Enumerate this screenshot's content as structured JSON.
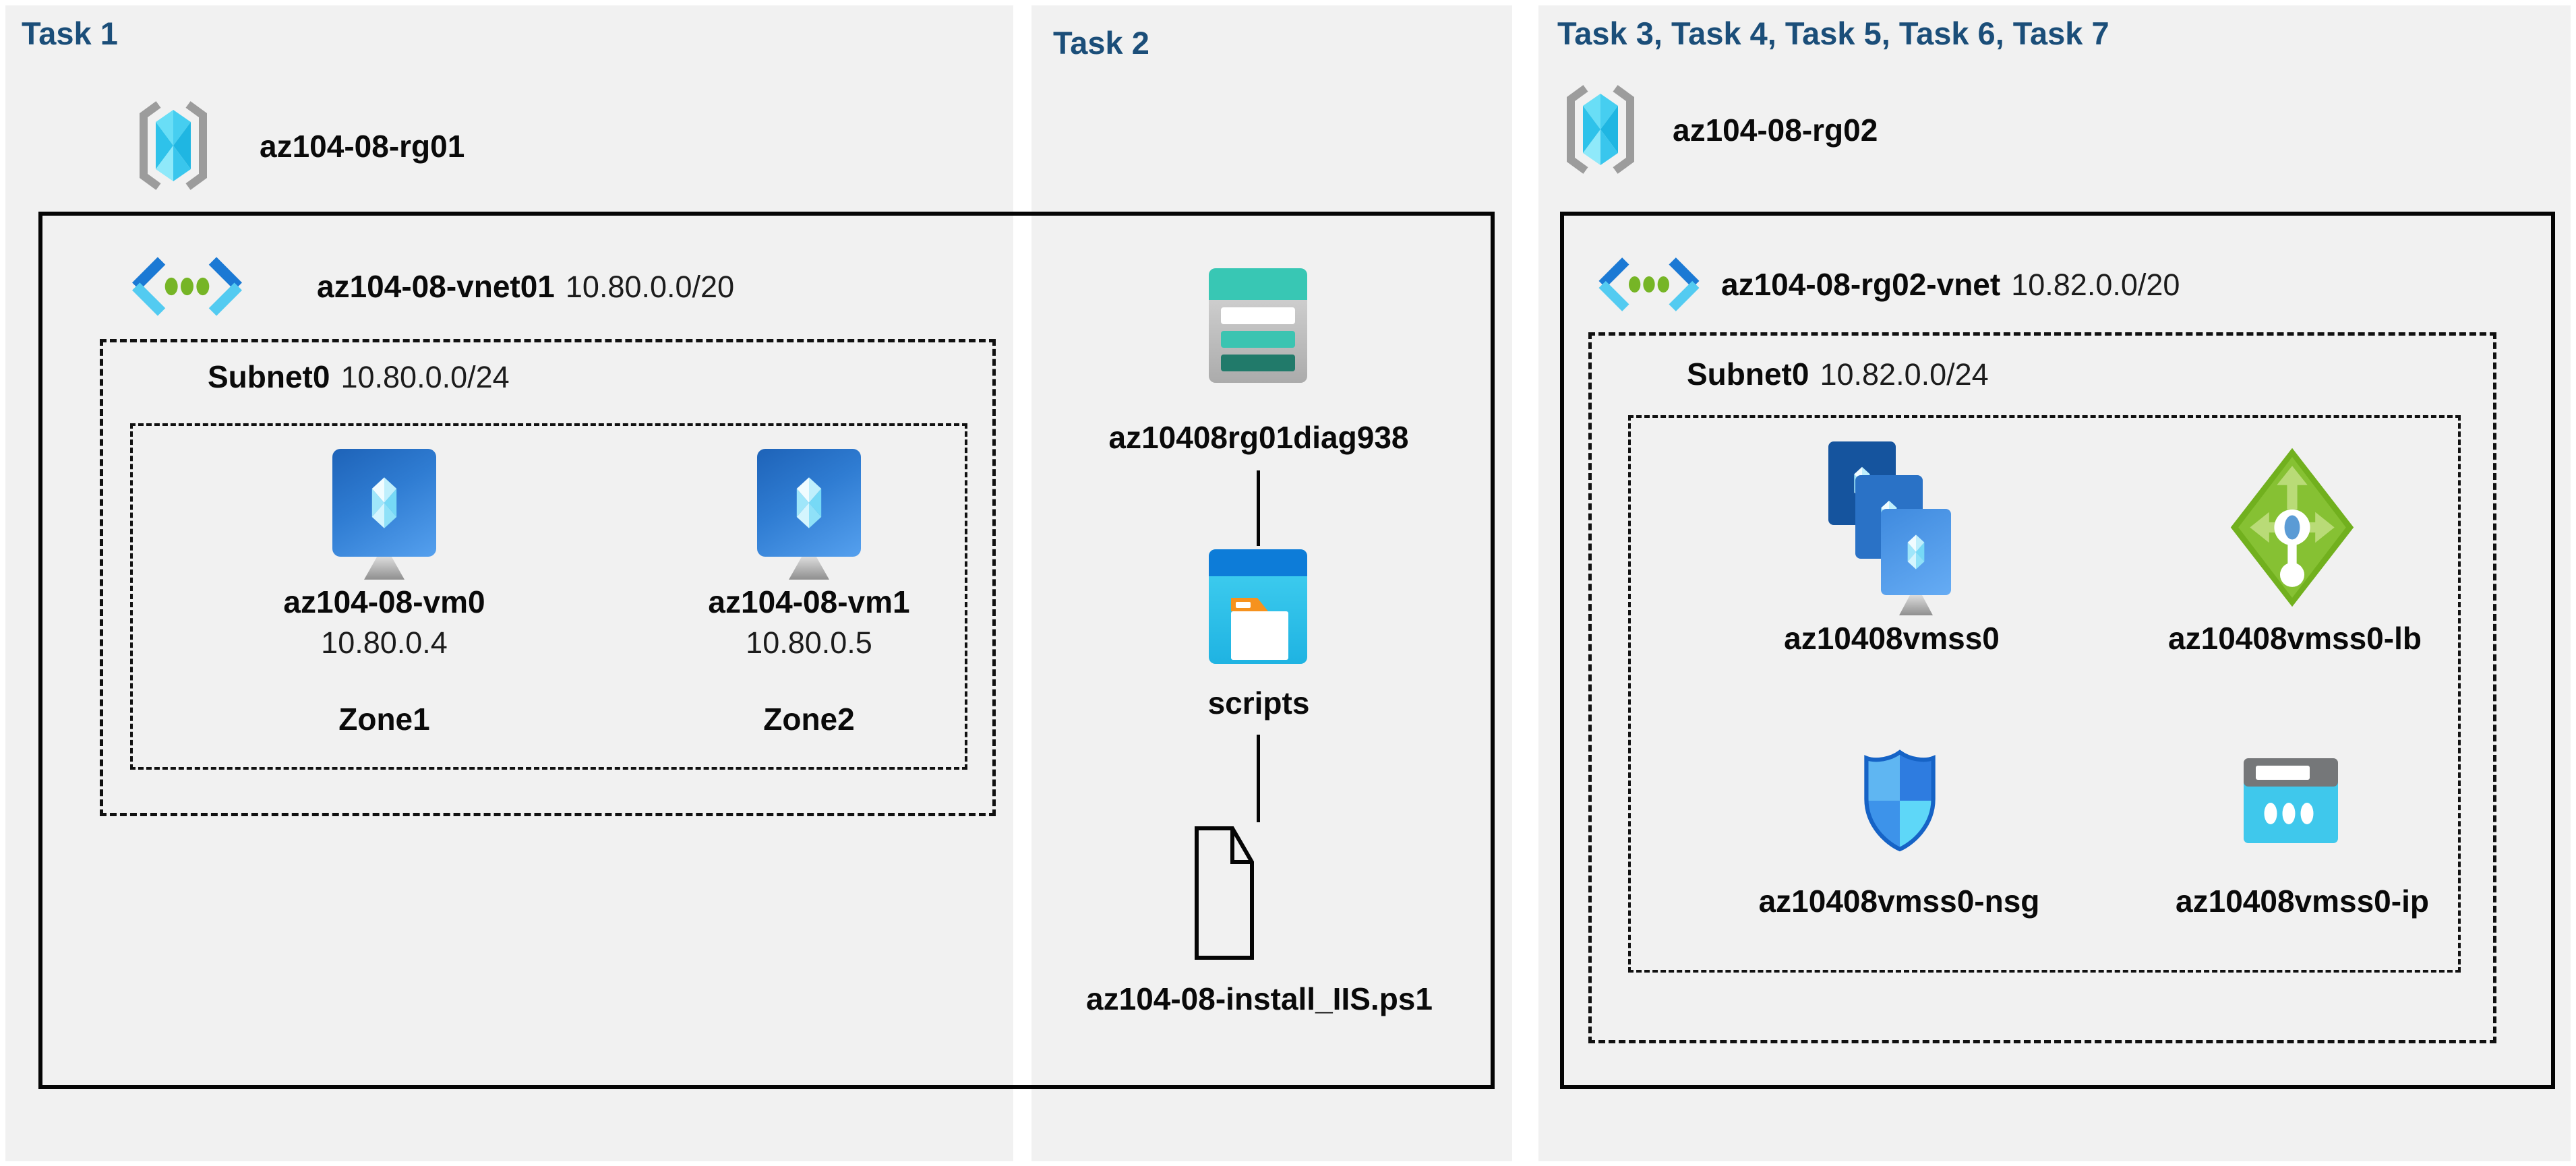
{
  "diagram": {
    "task1": {
      "header": "Task 1",
      "resource_group": "az104-08-rg01",
      "vnet_name": "az104-08-vnet01",
      "vnet_cidr": "10.80.0.0/20",
      "subnet_name": "Subnet0",
      "subnet_cidr": "10.80.0.0/24",
      "vms": [
        {
          "name": "az104-08-vm0",
          "ip": "10.80.0.4",
          "zone": "Zone1"
        },
        {
          "name": "az104-08-vm1",
          "ip": "10.80.0.5",
          "zone": "Zone2"
        }
      ]
    },
    "task2": {
      "header": "Task 2",
      "storage_account": "az10408rg01diag938",
      "container": "scripts",
      "file": "az104-08-install_IIS.ps1"
    },
    "task3": {
      "header": "Task 3, Task 4, Task 5, Task 6, Task 7",
      "resource_group": "az104-08-rg02",
      "vnet_name": "az104-08-rg02-vnet",
      "vnet_cidr": "10.82.0.0/20",
      "subnet_name": "Subnet0",
      "subnet_cidr": "10.82.0.0/24",
      "resources": [
        {
          "label": "az10408vmss0",
          "icon": "vm-scale-set-icon"
        },
        {
          "label": "az10408vmss0-lb",
          "icon": "load-balancer-icon"
        },
        {
          "label": "az10408vmss0-nsg",
          "icon": "network-security-group-icon"
        },
        {
          "label": "az10408vmss0-ip",
          "icon": "public-ip-icon"
        }
      ]
    },
    "colors": {
      "header_text": "#1B4E79",
      "panel_background": "#F1F1F1",
      "box_border": "#050505",
      "storage_teal": "#38C7B4",
      "container_blue": "#0D7CD8",
      "lb_green": "#71B01E"
    }
  }
}
